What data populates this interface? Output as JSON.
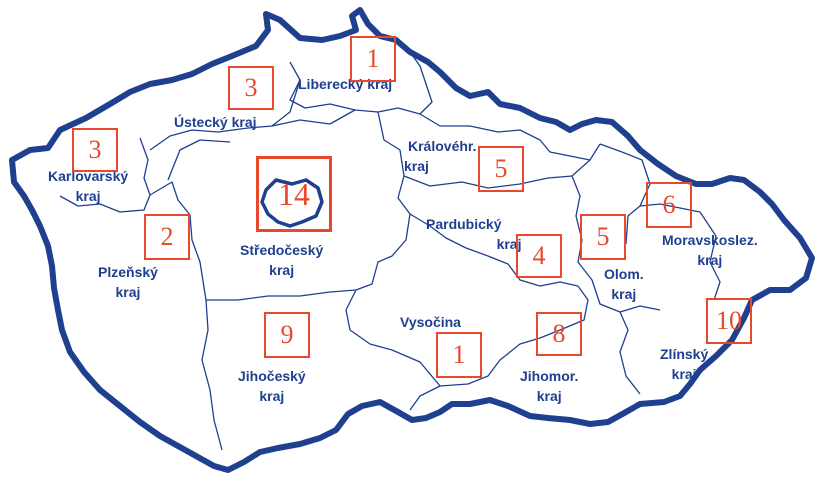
{
  "colors": {
    "border": "#1f3f8f",
    "inner_lines": "#1f3f8f",
    "label": "#1f3f8f",
    "box": "#e8492c"
  },
  "regions": [
    {
      "id": "liberecky",
      "name": [
        "Liberecký kraj"
      ],
      "count": "1"
    },
    {
      "id": "ustecky",
      "name": [
        "Ústecký kraj"
      ],
      "count": "3"
    },
    {
      "id": "karlovarsky",
      "name": [
        "Karlovarský",
        "kraj"
      ],
      "count": "3"
    },
    {
      "id": "kralovehradecky",
      "name": [
        "Královéhr.",
        "kraj"
      ],
      "count": "5"
    },
    {
      "id": "stredocesky",
      "name": [
        "Středočeský",
        "kraj"
      ],
      "count": "14"
    },
    {
      "id": "plzensky",
      "name": [
        "Plzeňský",
        "kraj"
      ],
      "count": "2"
    },
    {
      "id": "pardubicky",
      "name": [
        "Pardubický",
        "kraj"
      ],
      "count": "4"
    },
    {
      "id": "olomoucky",
      "name": [
        "Olom.",
        "kraj"
      ],
      "count": "5"
    },
    {
      "id": "moravskoslezsky",
      "name": [
        "Moravskoslez.",
        "kraj"
      ],
      "count": "6"
    },
    {
      "id": "vysocina",
      "name": [
        "Vysočina"
      ],
      "count": "1"
    },
    {
      "id": "jihocesky",
      "name": [
        "Jihočeský",
        "kraj"
      ],
      "count": "9"
    },
    {
      "id": "jihomoravsky",
      "name": [
        "Jihomor.",
        "kraj"
      ],
      "count": "8"
    },
    {
      "id": "zlinsky",
      "name": [
        "Zlínský",
        "kraj"
      ],
      "count": "10"
    }
  ]
}
